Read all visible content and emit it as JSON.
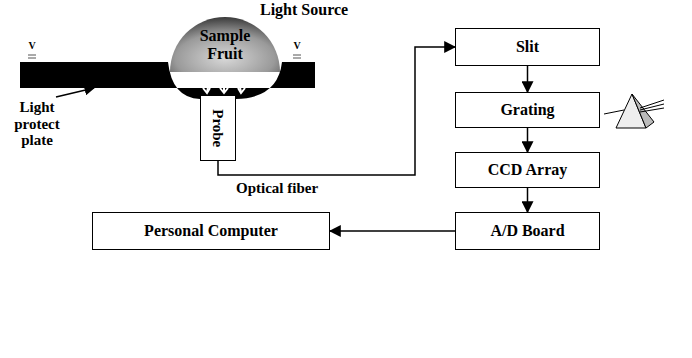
{
  "diagram": {
    "nodes": [
      {
        "text": [
          "Light Source",
          "Sample Fruit"
        ]
      },
      {
        "text": [
          "Probe"
        ]
      },
      {
        "text": [
          "Slit"
        ]
      },
      {
        "text": [
          "Grating"
        ]
      },
      {
        "text": [
          "CCD Array"
        ]
      },
      {
        "text": [
          "A/D Board"
        ]
      },
      {
        "text": [
          "Personal Computer"
        ]
      }
    ],
    "edges": [
      {
        "from": 1,
        "to": 2,
        "arrow": "to",
        "label": "Optical fiber"
      },
      {
        "from": 2,
        "to": 3,
        "arrow": "to"
      },
      {
        "from": 3,
        "to": 4,
        "arrow": "to"
      },
      {
        "from": 4,
        "to": 5,
        "arrow": "to"
      },
      {
        "from": 5,
        "to": 6,
        "arrow": "to"
      }
    ],
    "labels": [
      "Light protect plate",
      "V",
      "V"
    ]
  }
}
